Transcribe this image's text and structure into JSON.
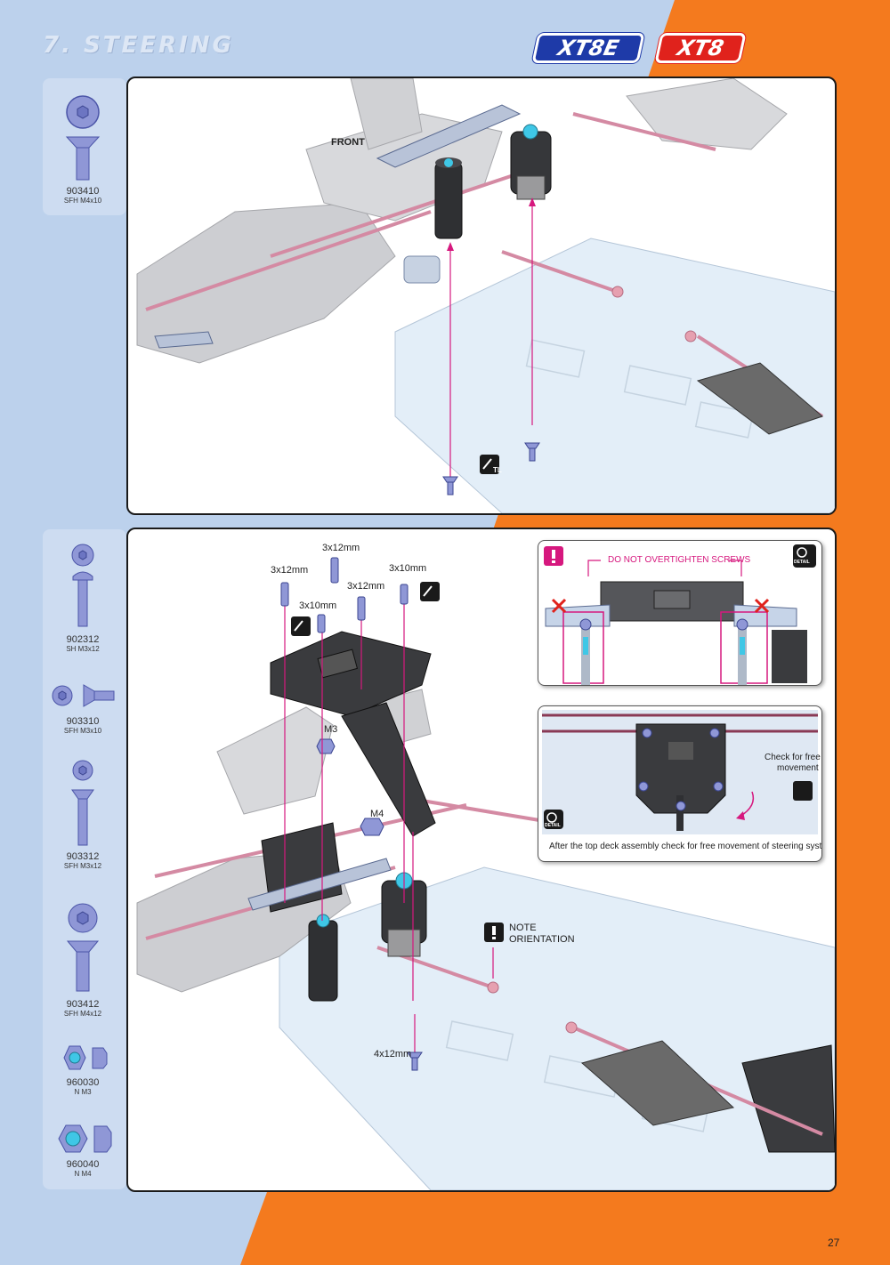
{
  "header": {
    "section_title": "7. STEERING",
    "badge_electric": "XT8E",
    "badge_nitro": "XT8"
  },
  "colors": {
    "orange": "#f47a1e",
    "light_blue": "#bcd1ec",
    "pink": "#d6187e",
    "navy": "#1e3aa8",
    "red": "#e0221c"
  },
  "step1": {
    "parts": [
      {
        "code": "903410",
        "desc": "SFH M4x10"
      }
    ],
    "front_label": "FRONT",
    "glue_icon": "TL"
  },
  "step2": {
    "parts": [
      {
        "code": "902312",
        "desc": "SH M3x12"
      },
      {
        "code": "903310",
        "desc": "SFH M3x10"
      },
      {
        "code": "903312",
        "desc": "SFH M3x12"
      },
      {
        "code": "903412",
        "desc": "SFH M4x12"
      },
      {
        "code": "960030",
        "desc": "N M3"
      },
      {
        "code": "960040",
        "desc": "N M4"
      }
    ],
    "screw_labels": {
      "a": "3x12mm",
      "b": "3x12mm",
      "c": "3x10mm",
      "d": "3x12mm",
      "e": "3x10mm"
    },
    "nut_m3": "M3",
    "nut_m4": "M4",
    "bottom_screw": "4x12mm",
    "note_line1": "NOTE",
    "note_line2": "ORIENTATION",
    "glue_icon": "TL",
    "warning": {
      "text": "DO NOT OVERTIGHTEN SCREWS",
      "detail": "DETAIL"
    },
    "check": {
      "line1": "Check for free",
      "line2": "movement",
      "detail": "DETAIL",
      "caption": "After the top deck assembly check for free movement of steering system."
    }
  },
  "footer": {
    "page_number": "27"
  }
}
